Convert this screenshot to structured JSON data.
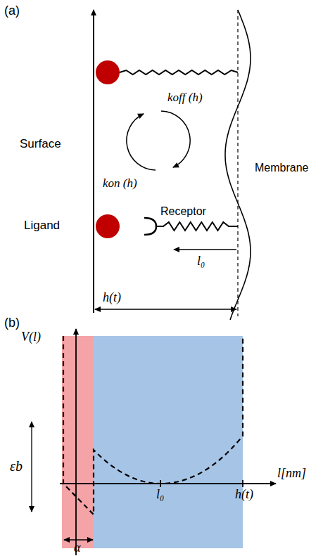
{
  "diagram": {
    "labels": [
      "(a)",
      "Surface",
      "Ligand",
      "koff (h)",
      "kon (h)",
      "Membrane",
      "Receptor",
      "l₀",
      "h(t)",
      "(b)",
      "V(l)",
      "εb",
      "l[nm]",
      "l₀",
      "h(t)",
      "α"
    ]
  }
}
